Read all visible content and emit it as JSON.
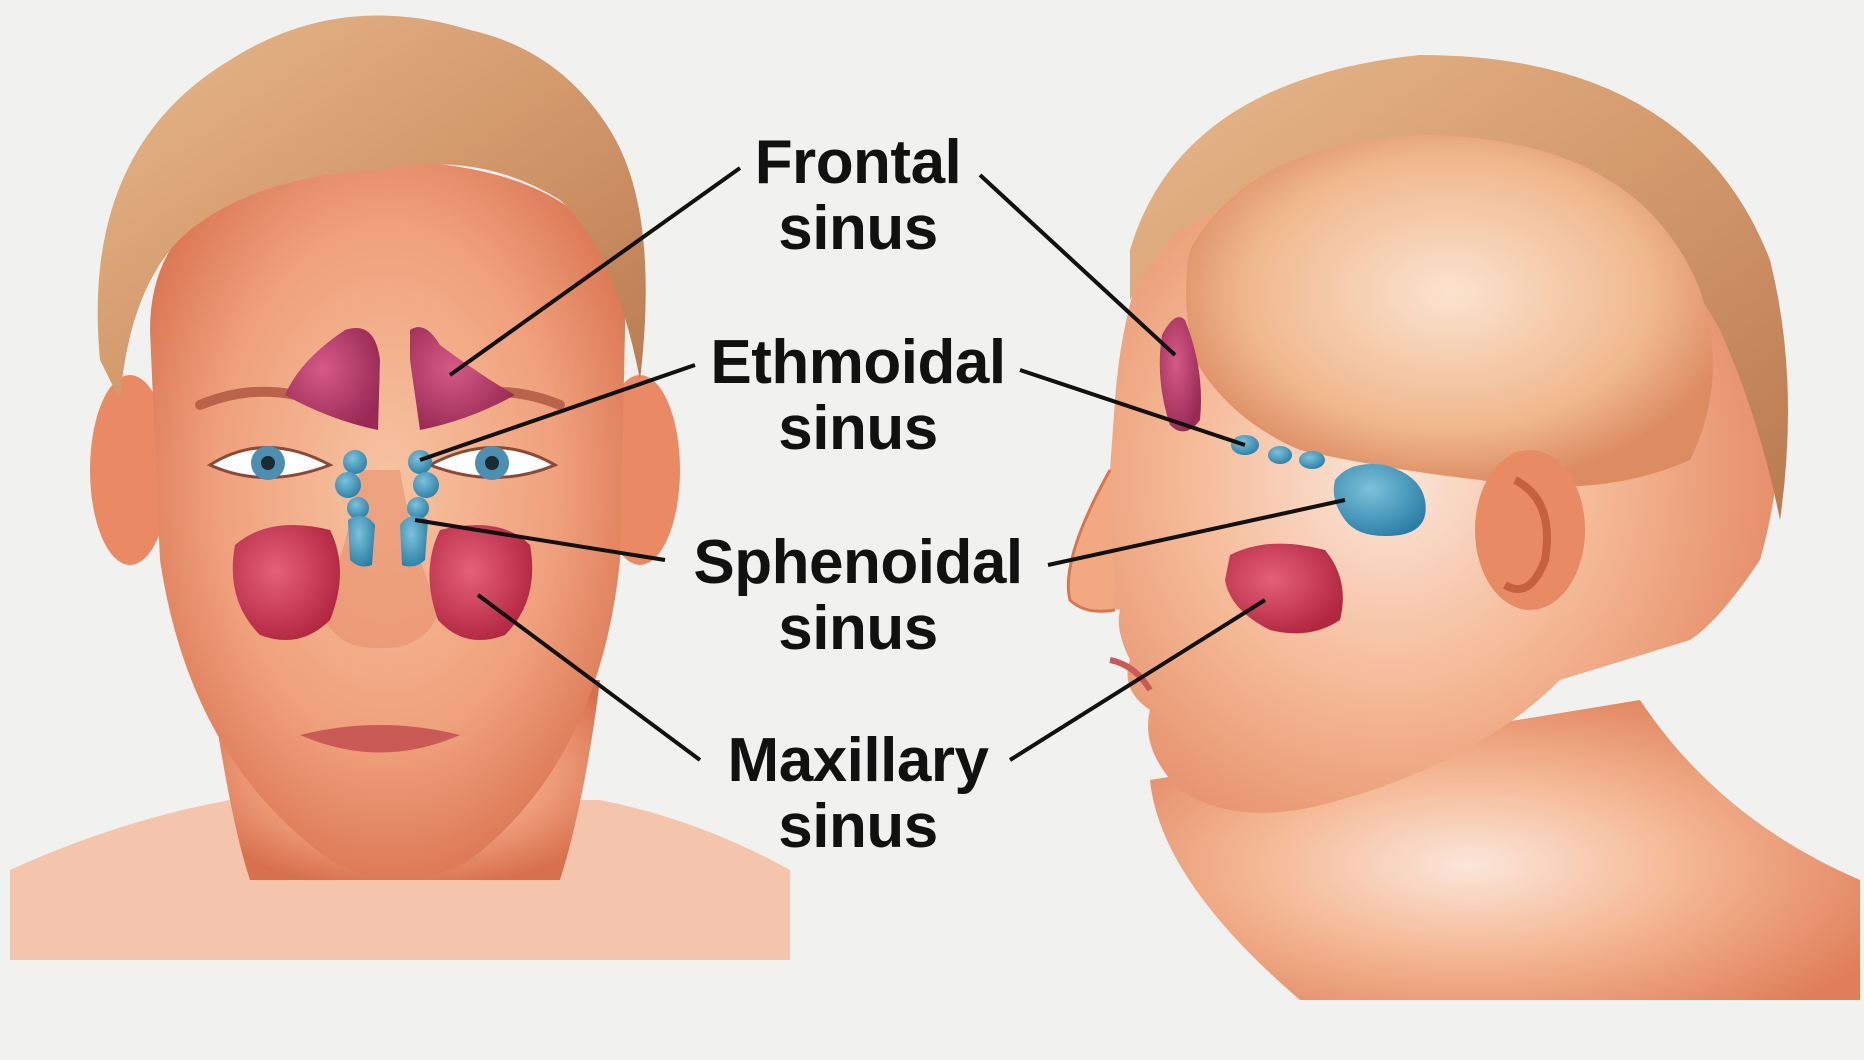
{
  "labels": {
    "frontal": {
      "line1": "Frontal",
      "line2": "sinus"
    },
    "ethmoidal": {
      "line1": "Ethmoidal",
      "line2": "sinus"
    },
    "sphenoidal": {
      "line1": "Sphenoidal",
      "line2": "sinus"
    },
    "maxillary": {
      "line1": "Maxillary",
      "line2": "sinus"
    }
  },
  "colors": {
    "background": "#f1f1f0",
    "skin": "#f2a27e",
    "skin_shadow": "#d9734f",
    "hair": "#d9a074",
    "frontal_sinus": "#b8325f",
    "ethmoidal_sinus": "#3f93b3",
    "sphenoidal_sinus": "#2f86ad",
    "maxillary_sinus": "#c8334f",
    "leader_line": "#111111"
  }
}
